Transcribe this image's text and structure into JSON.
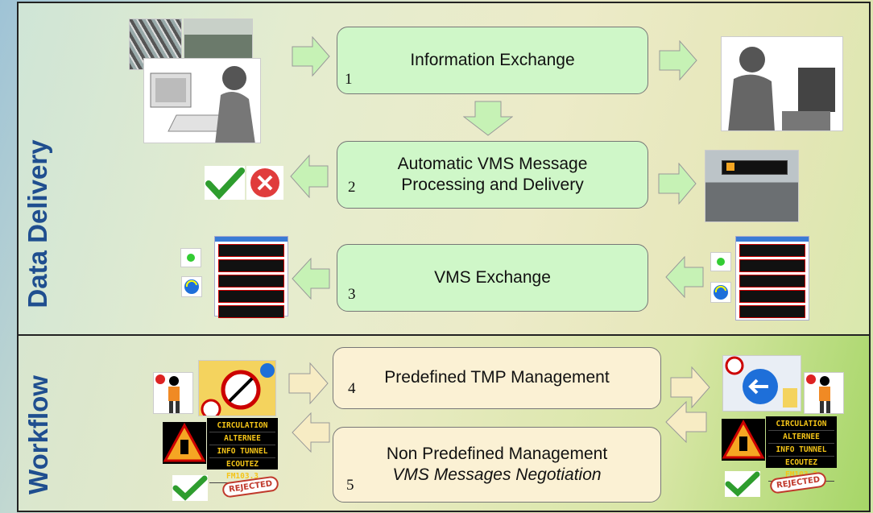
{
  "sections": {
    "data_delivery": "Data Delivery",
    "workflow": "Workflow"
  },
  "steps": [
    {
      "num": "1",
      "label": "Information Exchange"
    },
    {
      "num": "2",
      "label": "Automatic VMS Message Processing and Delivery"
    },
    {
      "num": "3",
      "label": "VMS Exchange"
    },
    {
      "num": "4",
      "label": "Predefined TMP Management"
    },
    {
      "num": "5",
      "label": "Non Predefined Management",
      "sublabel": "VMS Messages Negotiation"
    }
  ],
  "vms_sign": [
    "CIRCULATION",
    "ALTERNEE",
    "INFO TUNNEL",
    "ECOUTEZ FM103.3"
  ],
  "stamp": "REJECTED",
  "colors": {
    "heading": "#1f4e8f",
    "green_box": "#cff7c8",
    "beige_box": "#fbf1d4",
    "arrow_green": "#c6f2b5",
    "arrow_beige": "#f7ecc4"
  }
}
